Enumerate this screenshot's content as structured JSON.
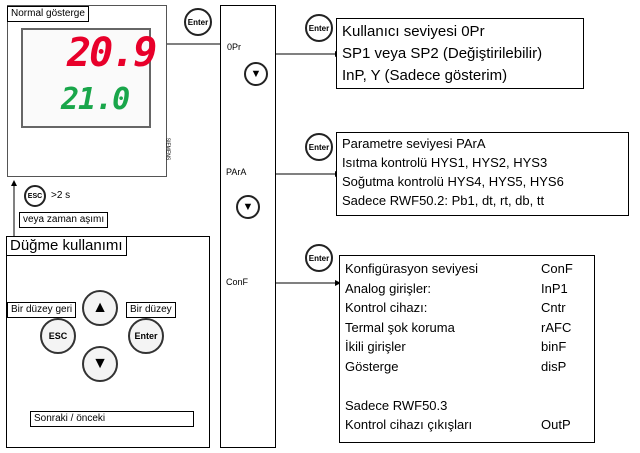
{
  "device": {
    "title": "Normal gösterge",
    "value_main": "20.9",
    "value_sub": "21.0",
    "colors": {
      "main": "#e8002a",
      "sub": "#19a64a"
    }
  },
  "timeout": {
    "esc_label": "ESC",
    "time_label": ">2 s",
    "or_timeout": "veya zaman aşımı"
  },
  "buttons_panel": {
    "title": "Düğme kullanımı",
    "level_back": "Bir düzey geri",
    "level_forward": "Bir düzey",
    "next_prev": "Sonraki / önceki",
    "esc": "ESC",
    "enter": "Enter",
    "up_icon": "▲",
    "down_icon": "▼"
  },
  "flow": {
    "enter_label": "Enter",
    "stages": [
      "0Pr",
      "PArA",
      "ConF"
    ],
    "down_icon": "▼"
  },
  "info_user": {
    "lines": [
      "Kullanıcı seviyesi 0Pr",
      "SP1 veya SP2 (Değiştirilebilir)",
      "InP, Y (Sadece gösterim)"
    ]
  },
  "info_param": {
    "lines": [
      "Parametre seviyesi PArA",
      "Isıtma kontrolü HYS1, HYS2, HYS3",
      "Soğutma kontrolü HYS4, HYS5, HYS6",
      "Sadece RWF50.2: Pb1, dt, rt, db, tt"
    ]
  },
  "info_config": {
    "rows": [
      {
        "a": "Konfigürasyon seviyesi",
        "b": "ConF"
      },
      {
        "a": "Analog girişler:",
        "b": "InP1"
      },
      {
        "a": "Kontrol cihazı:",
        "b": "Cntr"
      },
      {
        "a": "Termal şok koruma",
        "b": "rAFC"
      },
      {
        "a": "İkili girişler",
        "b": "binF"
      },
      {
        "a": "Gösterge",
        "b": "disP"
      },
      {
        "a": "",
        "b": ""
      },
      {
        "a": "Sadece RWF50.3",
        "b": ""
      },
      {
        "a": "Kontrol cihazı çıkışları",
        "b": "OutP"
      }
    ]
  }
}
